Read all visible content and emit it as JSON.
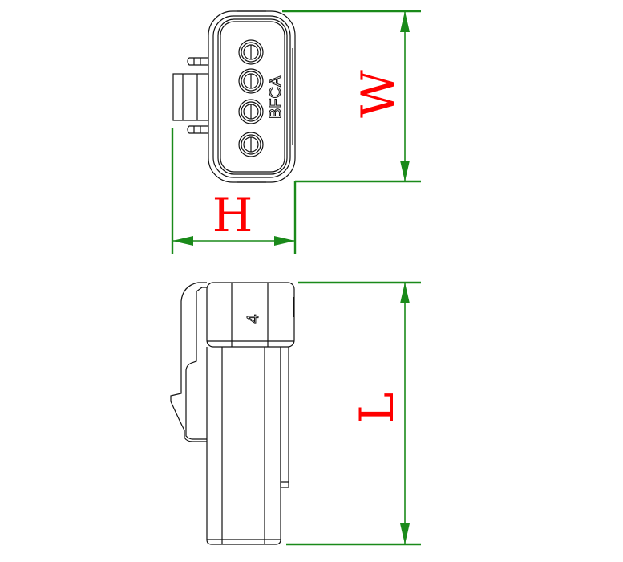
{
  "dimensions": {
    "width_label": "W",
    "height_label": "H",
    "length_label": "L"
  },
  "connector": {
    "cavity_marking": "BFCA",
    "position_count": "4"
  },
  "colors": {
    "dimension_line": "#1a8a1a",
    "dimension_label": "#ff0000",
    "outline": "#111111"
  }
}
